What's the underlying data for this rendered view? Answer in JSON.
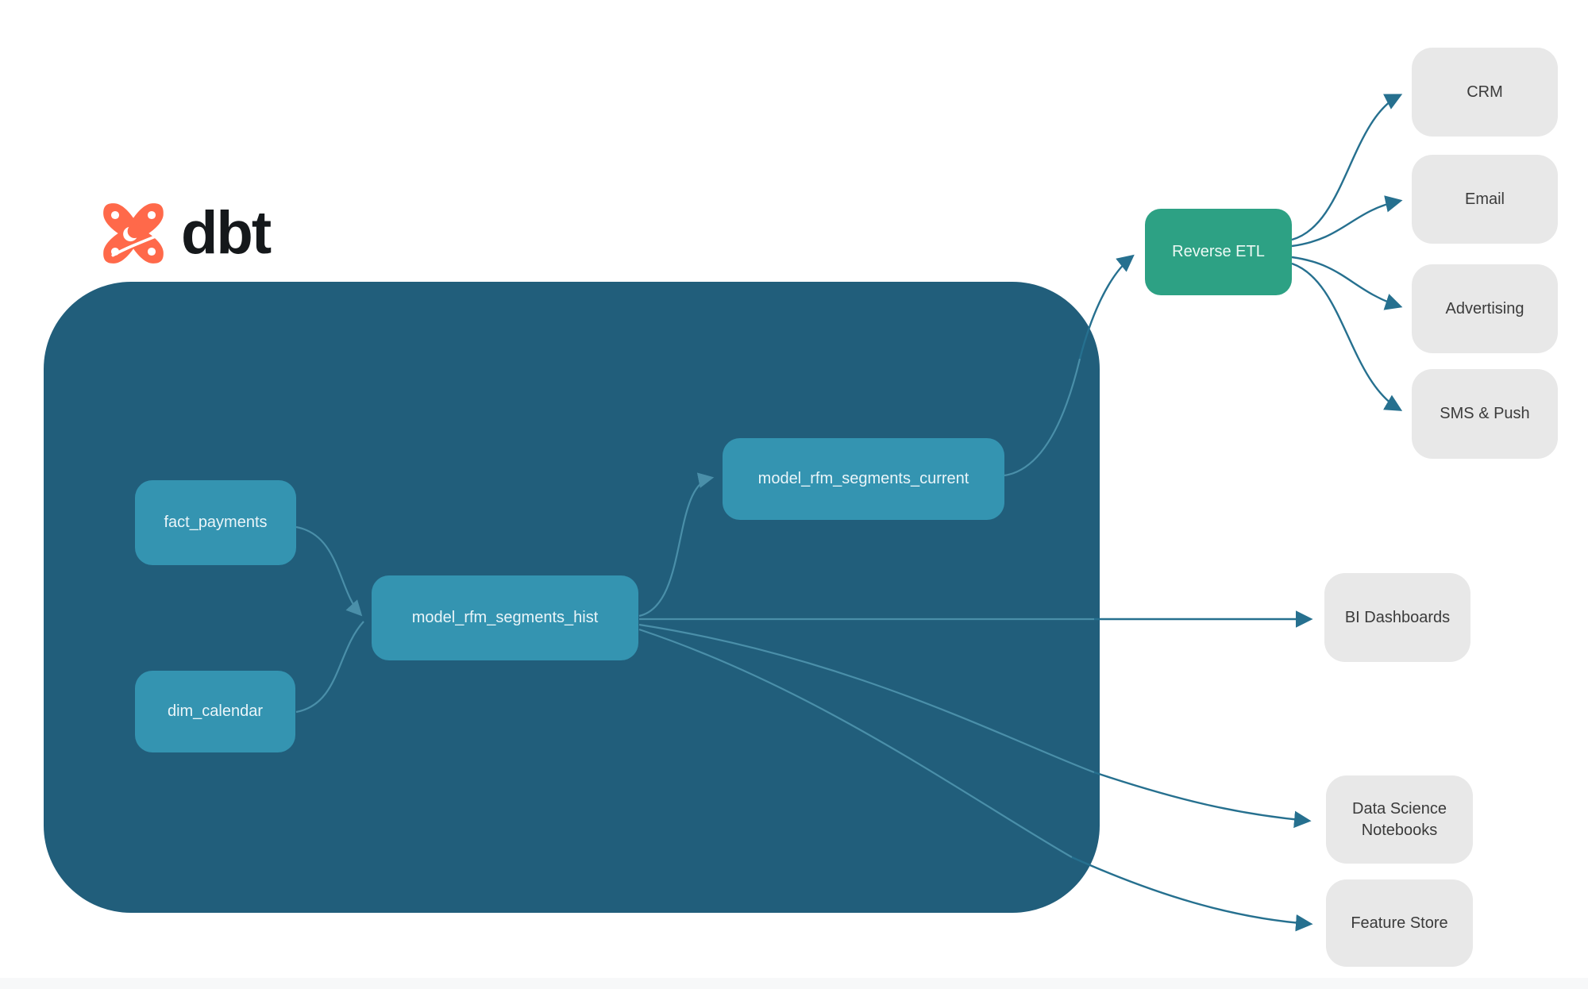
{
  "brand": {
    "name": "dbt"
  },
  "colors": {
    "warehouse_bg": "#215e7b",
    "model_node": "#3494b1",
    "reverse_etl_node": "#2da184",
    "destination_node": "#e8e8e8",
    "arrow_outside": "#26708f",
    "arrow_inside": "#4a8fa9",
    "logo_coral": "#ff694a"
  },
  "nodes": {
    "fact_payments": {
      "label": "fact_payments"
    },
    "dim_calendar": {
      "label": "dim_calendar"
    },
    "model_rfm_segments_hist": {
      "label": "model_rfm_segments_hist"
    },
    "model_rfm_segments_current": {
      "label": "model_rfm_segments_current"
    },
    "reverse_etl": {
      "label": "Reverse ETL"
    },
    "crm": {
      "label": "CRM"
    },
    "email": {
      "label": "Email"
    },
    "advertising": {
      "label": "Advertising"
    },
    "sms_push": {
      "label": "SMS & Push"
    },
    "bi_dashboards": {
      "label": "BI Dashboards"
    },
    "data_science_notebooks": {
      "label": "Data Science Notebooks"
    },
    "feature_store": {
      "label": "Feature Store"
    }
  },
  "edges": [
    {
      "from": "fact_payments",
      "to": "model_rfm_segments_hist"
    },
    {
      "from": "dim_calendar",
      "to": "model_rfm_segments_hist"
    },
    {
      "from": "model_rfm_segments_hist",
      "to": "model_rfm_segments_current"
    },
    {
      "from": "model_rfm_segments_current",
      "to": "reverse_etl"
    },
    {
      "from": "reverse_etl",
      "to": "crm"
    },
    {
      "from": "reverse_etl",
      "to": "email"
    },
    {
      "from": "reverse_etl",
      "to": "advertising"
    },
    {
      "from": "reverse_etl",
      "to": "sms_push"
    },
    {
      "from": "model_rfm_segments_hist",
      "to": "bi_dashboards"
    },
    {
      "from": "model_rfm_segments_hist",
      "to": "data_science_notebooks"
    },
    {
      "from": "model_rfm_segments_hist",
      "to": "feature_store"
    }
  ]
}
